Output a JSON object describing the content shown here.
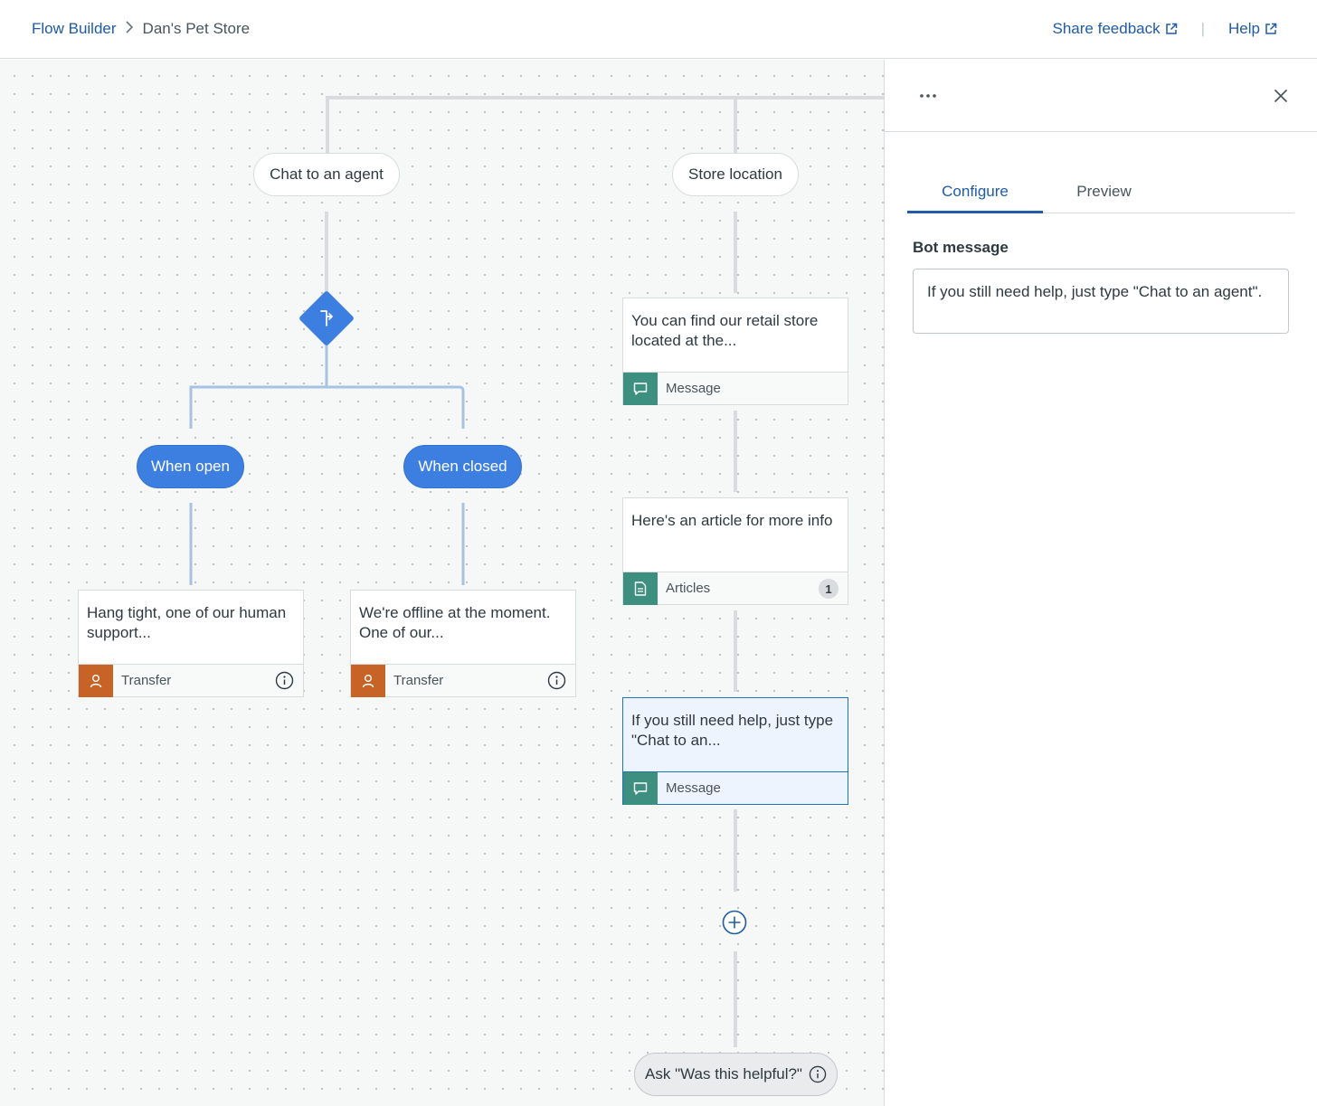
{
  "header": {
    "breadcrumb_root": "Flow Builder",
    "breadcrumb_current": "Dan's Pet Store",
    "share_feedback": "Share feedback",
    "help": "Help"
  },
  "canvas": {
    "pill_chat_agent": "Chat to an agent",
    "pill_store_location": "Store location",
    "pill_when_open": "When open",
    "pill_when_closed": "When closed",
    "pill_helpful": "Ask \"Was this helpful?\"",
    "cards": {
      "hang_tight": {
        "text": "Hang tight, one of our human support...",
        "type": "Transfer"
      },
      "offline": {
        "text": "We're offline at the moment. One of our...",
        "type": "Transfer"
      },
      "retail": {
        "text": "You can find our retail store located at the...",
        "type": "Message"
      },
      "article": {
        "text": "Here's an article for more info",
        "type": "Articles",
        "count": "1"
      },
      "still_help": {
        "text": "If you still need help, just type \"Chat to an...",
        "type": "Message"
      }
    }
  },
  "panel": {
    "tabs": [
      "Configure",
      "Preview"
    ],
    "active_tab": "Configure",
    "field_label": "Bot message",
    "field_value": "If you still need help, just type \"Chat to an agent\"."
  },
  "colors": {
    "link": "#1f5ba6",
    "branch_blue": "#3d7fe0",
    "message_teal": "#3d8f7f",
    "transfer_orange": "#c76326",
    "selected_bg": "#edf4fd"
  },
  "icons": [
    "external-link-icon",
    "chevron-right-icon",
    "branch-icon",
    "message-icon",
    "article-icon",
    "person-icon",
    "info-icon",
    "plus-circle-icon",
    "more-icon",
    "close-icon"
  ]
}
